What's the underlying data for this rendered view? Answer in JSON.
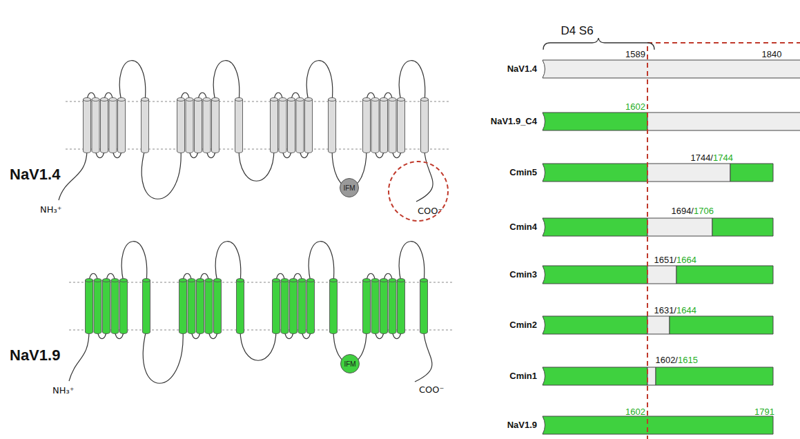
{
  "diagram": {
    "nodes": [
      {
        "text": [
          "IFM"
        ]
      },
      {
        "text": [
          "IFM"
        ]
      }
    ],
    "labels": [
      "NaV1.4",
      "NH₃⁺",
      "COO⁻",
      "NaV1.9",
      "NH₃⁺",
      "COO⁻",
      "D4 S6",
      "1589",
      "1840",
      "NaV1.4",
      "1602",
      "NaV1.9_C4",
      "1744/",
      "1744",
      "Cmin5",
      "1694/",
      "1706",
      "Cmin4",
      "1651/",
      "1664",
      "Cmin3",
      "1631/",
      "1644",
      "Cmin2",
      "1602/",
      "1615",
      "Cmin1",
      "1602",
      "1791",
      "NaV1.9"
    ]
  }
}
